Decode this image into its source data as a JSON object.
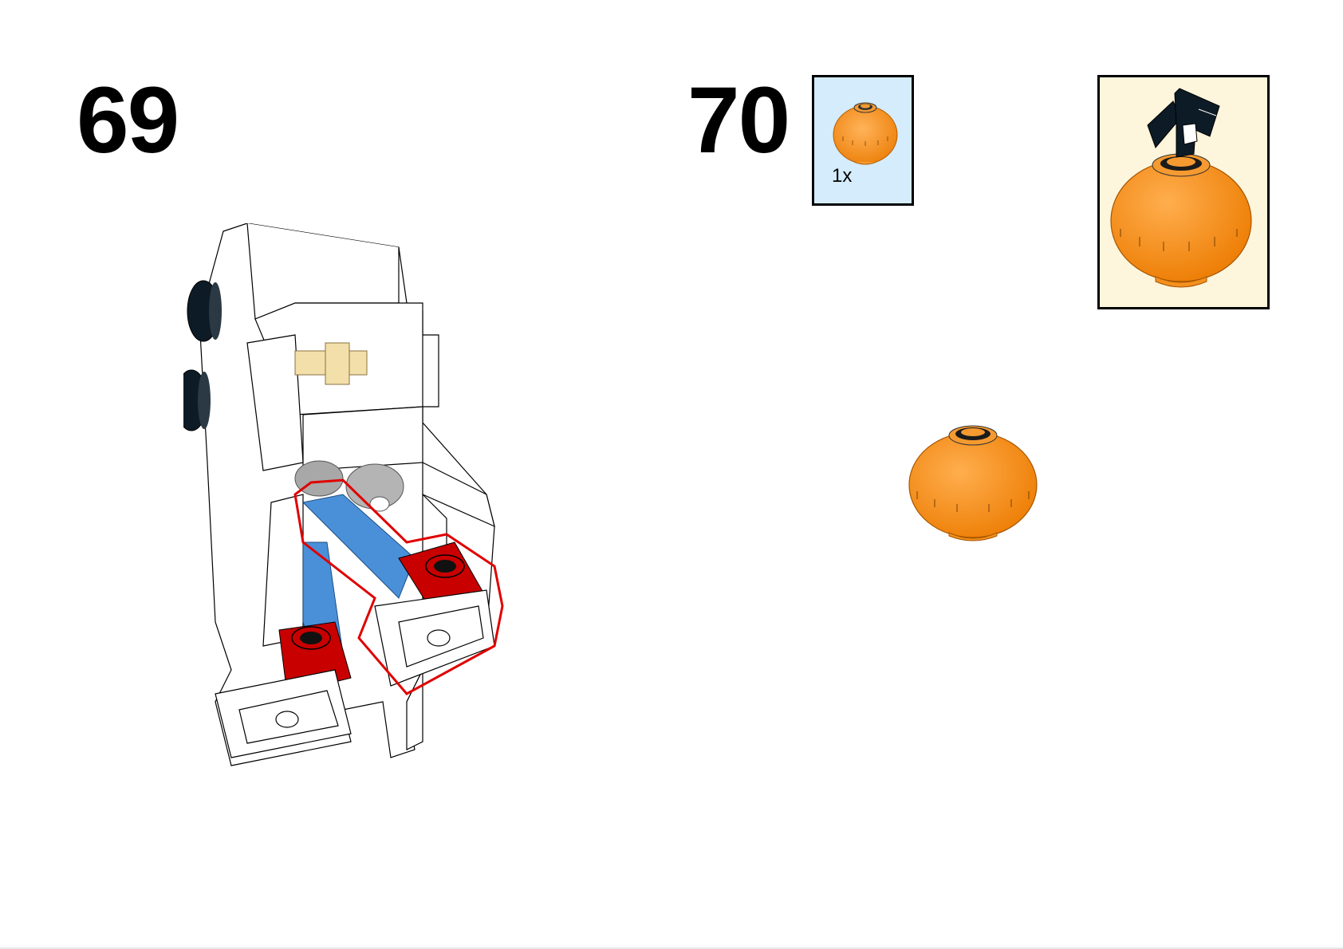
{
  "steps": [
    {
      "number": "69"
    },
    {
      "number": "70",
      "parts": [
        {
          "quantity": "1x",
          "icon": "orange-round-brick-icon"
        }
      ]
    }
  ],
  "colors": {
    "orange": "#f7921e",
    "red": "#c80000",
    "blue": "#4a90d9",
    "black": "#0d1b26",
    "tan": "#f3dfaa",
    "parts_bg": "#d4ecfb",
    "callout_bg": "#fdf5dc",
    "highlight": "#e00000"
  }
}
